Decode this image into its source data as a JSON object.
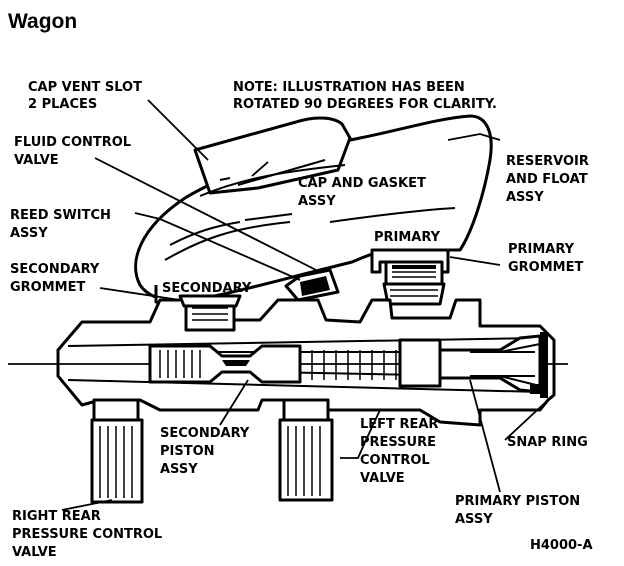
{
  "title": "Wagon",
  "note": [
    "NOTE: ILLUSTRATION HAS BEEN",
    "ROTATED 90 DEGREES FOR CLARITY."
  ],
  "figure_id": "H4000-A",
  "labels": {
    "cap_vent_slot": [
      "CAP VENT SLOT",
      "2 PLACES"
    ],
    "fluid_control_valve": [
      "FLUID CONTROL",
      "VALVE"
    ],
    "reed_switch": [
      "REED SWITCH",
      "ASSY"
    ],
    "secondary_grommet": [
      "SECONDARY",
      "GROMMET"
    ],
    "secondary": "SECONDARY",
    "cap_and_gasket": [
      "CAP AND GASKET",
      "ASSY"
    ],
    "primary": "PRIMARY",
    "reservoir_and_float": [
      "RESERVOIR",
      "AND FLOAT",
      "ASSY"
    ],
    "primary_grommet": [
      "PRIMARY",
      "GROMMET"
    ],
    "secondary_piston": [
      "SECONDARY",
      "PISTON",
      "ASSY"
    ],
    "left_rear_valve": [
      "LEFT REAR",
      "PRESSURE",
      "CONTROL",
      "VALVE"
    ],
    "snap_ring": "SNAP RING",
    "primary_piston": [
      "PRIMARY PISTON",
      "ASSY"
    ],
    "right_rear_valve": [
      "RIGHT REAR",
      "PRESSURE CONTROL",
      "VALVE"
    ]
  }
}
